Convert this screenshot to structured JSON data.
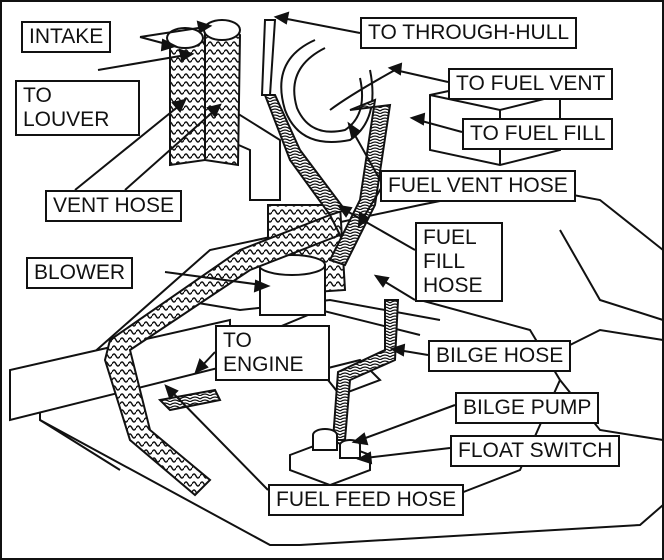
{
  "labels": {
    "intake": "INTAKE",
    "to_through_hull": "TO THROUGH-HULL",
    "to_fuel_vent": "TO FUEL VENT",
    "to_louver": [
      "TO",
      "LOUVER"
    ],
    "to_fuel_fill": "TO FUEL FILL",
    "fuel_vent_hose": "FUEL VENT HOSE",
    "vent_hose": "VENT HOSE",
    "fuel_fill_hose": [
      "FUEL",
      "FILL",
      "HOSE"
    ],
    "blower": "BLOWER",
    "to_engine": [
      "TO",
      "ENGINE"
    ],
    "bilge_hose": "BILGE HOSE",
    "bilge_pump": "BILGE PUMP",
    "float_switch": "FLOAT SWITCH",
    "fuel_feed_hose": "FUEL FEED HOSE"
  },
  "colors": {
    "line": "#111111",
    "background": "#ffffff"
  }
}
